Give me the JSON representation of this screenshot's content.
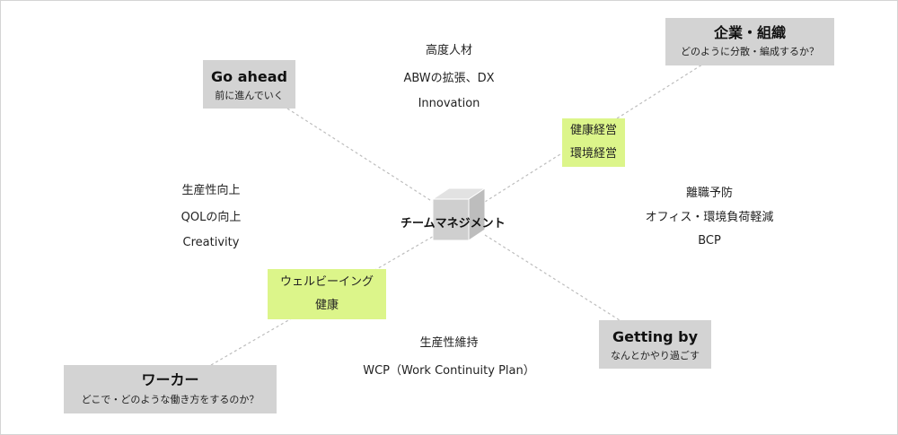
{
  "center": {
    "label": "チームマネジメント"
  },
  "quadrants": {
    "top_left": {
      "title": "Go ahead",
      "subtitle": "前に進んでいく"
    },
    "top_right": {
      "title": "企業・組織",
      "subtitle": "どのように分散・編成するか？"
    },
    "bottom_left": {
      "title": "ワーカー",
      "subtitle": "どこで・どのような働き方をするのか？"
    },
    "bottom_right": {
      "title": "Getting by",
      "subtitle": "なんとかやり過ごす"
    }
  },
  "highlights": {
    "upper_right": [
      "健康経営",
      "環境経営"
    ],
    "lower_left": [
      "ウェルビーイング",
      "健康"
    ]
  },
  "regions": {
    "top": [
      "高度人材",
      "ABWの拡張、DX",
      "Innovation"
    ],
    "left": [
      "生産性向上",
      "QOLの向上",
      "Creativity"
    ],
    "right": [
      "離職予防",
      "オフィス・環境負荷軽減",
      "BCP"
    ],
    "bottom": [
      "生産性維持",
      "WCP（Work Continuity Plan）"
    ]
  },
  "colors": {
    "box_gray": "#d3d3d3",
    "highlight_green": "#dcf58a",
    "connector": "#bdbdbd",
    "cube": "#cfcfcf"
  }
}
